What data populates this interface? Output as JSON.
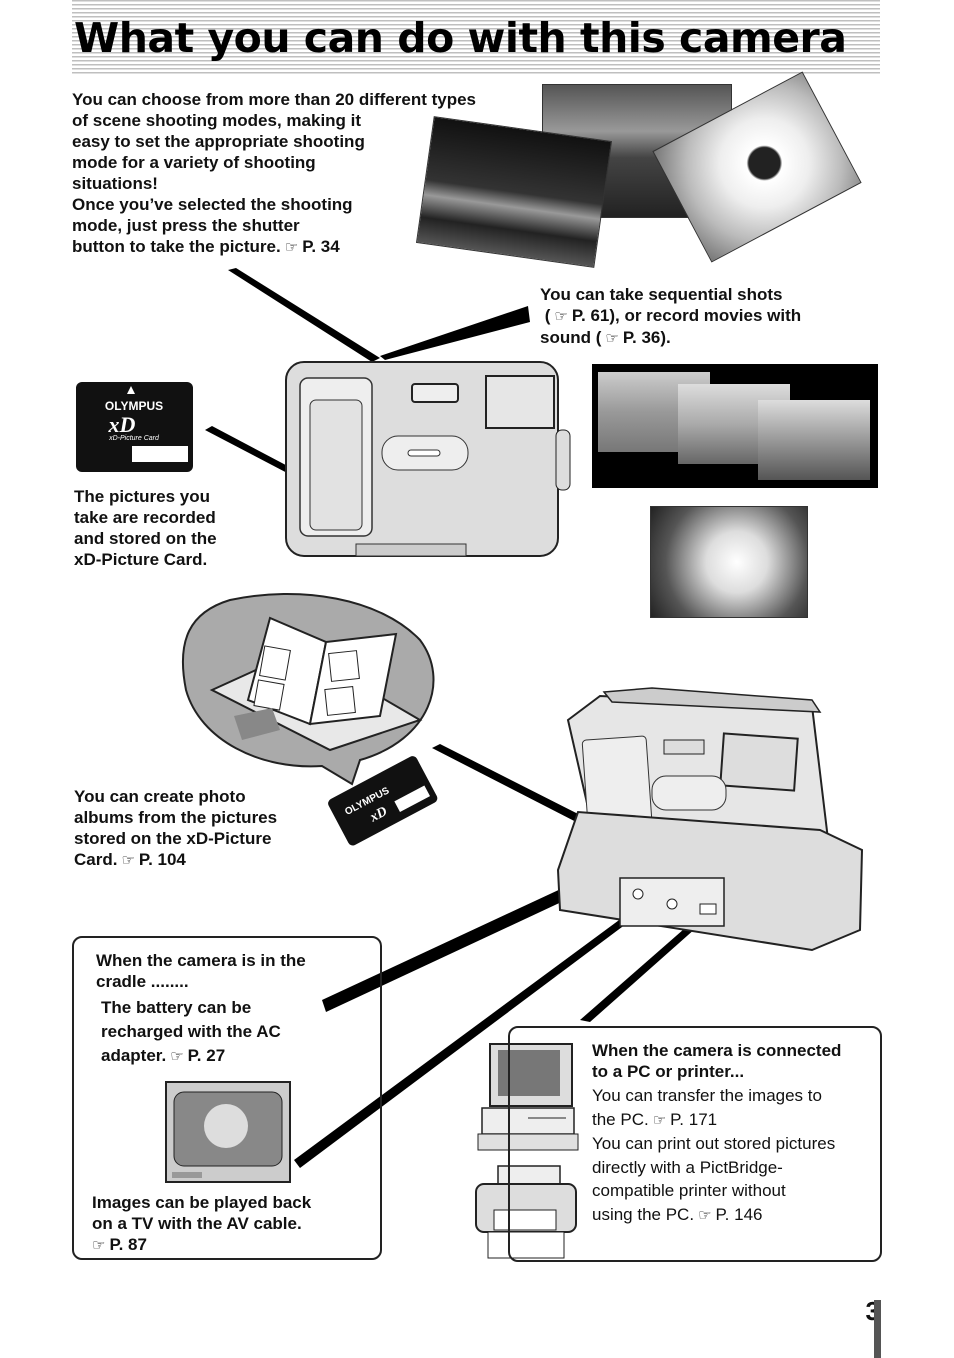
{
  "page": {
    "title": "What you can do with this camera",
    "page_number": "3"
  },
  "scene_modes": {
    "lines": [
      "You can choose from more than 20 different types",
      "of scene shooting modes, making it",
      "easy to set the appropriate shooting",
      "mode for a variety of shooting",
      "situations!",
      "Once you’ve selected the shooting",
      "mode, just press the shutter"
    ],
    "last_line": "button to take the picture.",
    "page_ref": "P. 34"
  },
  "sequential": {
    "line1_ref": "P. 61), or record movies with",
    "line1_prefix": "You can take sequential shots",
    "line2_prefix": "sound (",
    "line2_ref": "P. 36)."
  },
  "storage": {
    "lines": [
      "The pictures you",
      "take are recorded",
      "and stored on the",
      "xD-Picture Card."
    ],
    "card_brand": "OLYMPUS",
    "card_logo": "xD",
    "card_sub": "xD-Picture Card"
  },
  "album": {
    "lines": [
      "You can create photo",
      "albums from the pictures",
      "stored on the xD-Picture"
    ],
    "last_line": "Card.",
    "page_ref": "P. 104"
  },
  "cradle": {
    "heading_1": "When the camera is in the",
    "heading_2": "cradle ........",
    "battery_1": "The battery can be",
    "battery_2": "recharged with the AC",
    "battery_3": "adapter.",
    "battery_ref": "P. 27",
    "tv_1": "Images can be played back",
    "tv_2": "on a TV with the AV cable.",
    "tv_ref": "P. 87"
  },
  "pc": {
    "heading_1": "When the camera is connected",
    "heading_2": "to a PC or printer...",
    "transfer_1": "You can transfer the images to",
    "transfer_2": "the PC.",
    "transfer_ref": "P. 171",
    "print_1": "You can print out stored pictures",
    "print_2": "directly with a PictBridge-",
    "print_3": "compatible printer without",
    "print_4": "using the PC.",
    "print_ref": "P. 146"
  },
  "icons": {
    "page_ref": "pointing-hand-icon"
  }
}
